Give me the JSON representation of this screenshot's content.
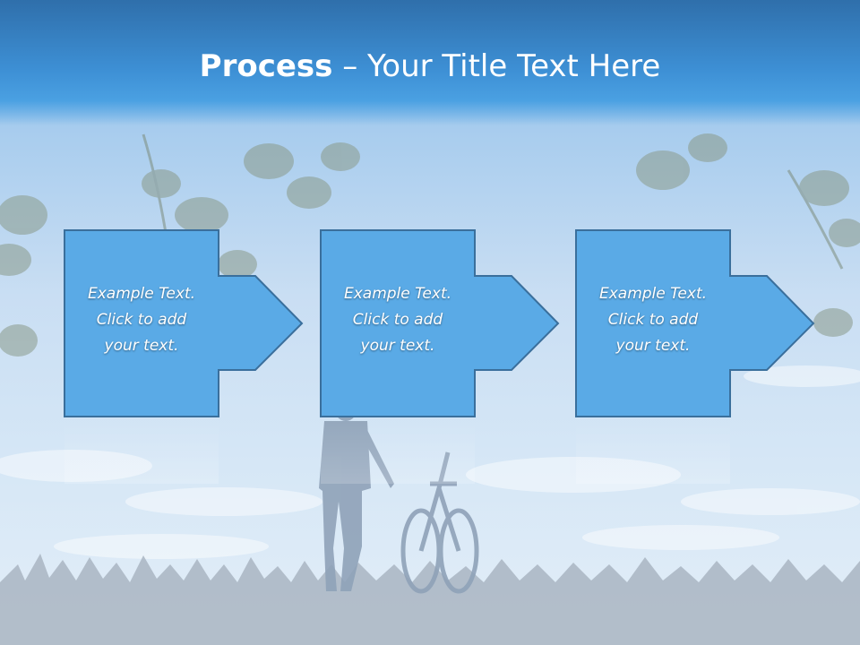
{
  "title": {
    "bold_part": "Process",
    "separator": " – ",
    "rest": "Your Title Text Here"
  },
  "steps": [
    {
      "line1": "Example Text.",
      "line2": "Click  to add",
      "line3": "your text."
    },
    {
      "line1": "Example Text.",
      "line2": "Click  to add",
      "line3": "your text."
    },
    {
      "line1": "Example Text.",
      "line2": "Click  to add",
      "line3": "your text."
    }
  ],
  "colors": {
    "header_top": "#2f6fab",
    "header_bottom": "#4aa0e2",
    "box_fill": "#5aaae6",
    "box_border": "#3a6f9c",
    "text": "#ffffff"
  },
  "background_image": "cyclist-silhouette-with-bicycle-under-sky-with-leaves"
}
